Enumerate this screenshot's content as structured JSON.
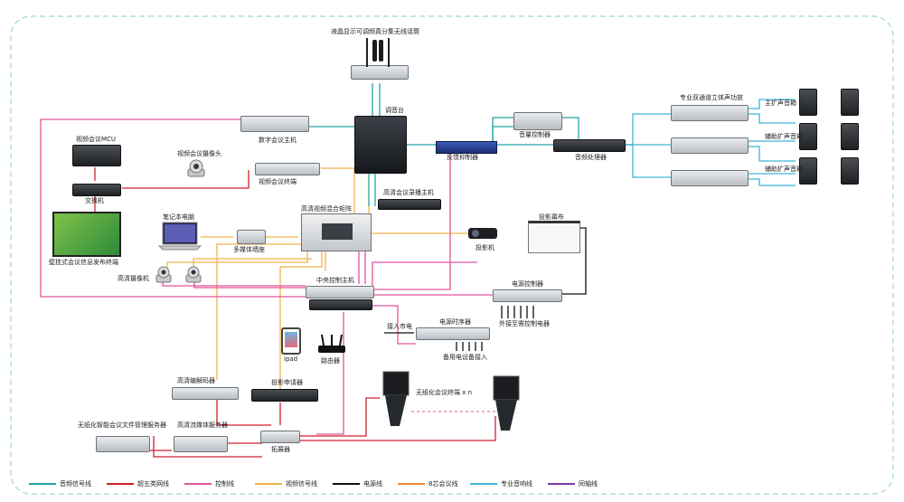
{
  "colors": {
    "audio": "#23a3a9",
    "cat5e": "#d0202e",
    "control": "#e2559a",
    "video": "#f3b24a",
    "power": "#111111",
    "core8": "#f08a3c",
    "pro_audio": "#3fb4d8",
    "coax": "#7c3aa6",
    "frame": "#9fd6cf"
  },
  "labels": {
    "wireless_mic": "液晶显示可调频真分集无线话筒",
    "mixer": "调音台",
    "digital_conf_host": "数字会议主机",
    "video_mcu": "视频会议MCU",
    "conf_camera": "视频会议摄像头",
    "video_terminal": "视频会议终端",
    "switch": "交换机",
    "info_display": "壁挂式会议信息发布终端",
    "laptop": "笔记本电脑",
    "media_plate": "多媒体墙座",
    "hd_matrix": "高清视频混合矩阵",
    "recorder": "高清会议录播主机",
    "feedback_suppressor": "反馈抑制器",
    "volume_controller": "音量控制器",
    "audio_processor": "音频处理器",
    "amplifier": "专业双通道立体声功放",
    "main_speaker": "主扩声音箱",
    "aux_speaker_1": "辅助扩声音箱",
    "aux_speaker_2": "辅助扩声音箱",
    "projection_screen": "投影幕布",
    "projector": "投影机",
    "hd_camera": "高清摄像机",
    "central_control": "中央控制主机",
    "power_controller": "电源控制器",
    "ext_appliance": "外接至需控制电器",
    "mains_in": "接入市电",
    "power_sequencer": "电源时序器",
    "backup_power": "备用电设备接入",
    "ipad": "ipad",
    "router": "路由器",
    "hd_decoder": "高清编解码器",
    "projection_requester": "投影申请器",
    "paperless_terminal": "无纸化会议终端 x n",
    "file_server": "无纸化智能会议文件管理服务器",
    "stream_server": "高清流媒体服务器",
    "extender": "拓展器"
  },
  "legend": [
    {
      "label": "音频信号线",
      "color": "#23a3a9"
    },
    {
      "label": "超五类网线",
      "color": "#d0202e"
    },
    {
      "label": "控制线",
      "color": "#e2559a"
    },
    {
      "label": "视频信号线",
      "color": "#f3b24a"
    },
    {
      "label": "电源线",
      "color": "#111111"
    },
    {
      "label": "8芯会议线",
      "color": "#f08a3c"
    },
    {
      "label": "专业音响线",
      "color": "#3fb4d8"
    },
    {
      "label": "同轴线",
      "color": "#7c3aa6"
    }
  ]
}
